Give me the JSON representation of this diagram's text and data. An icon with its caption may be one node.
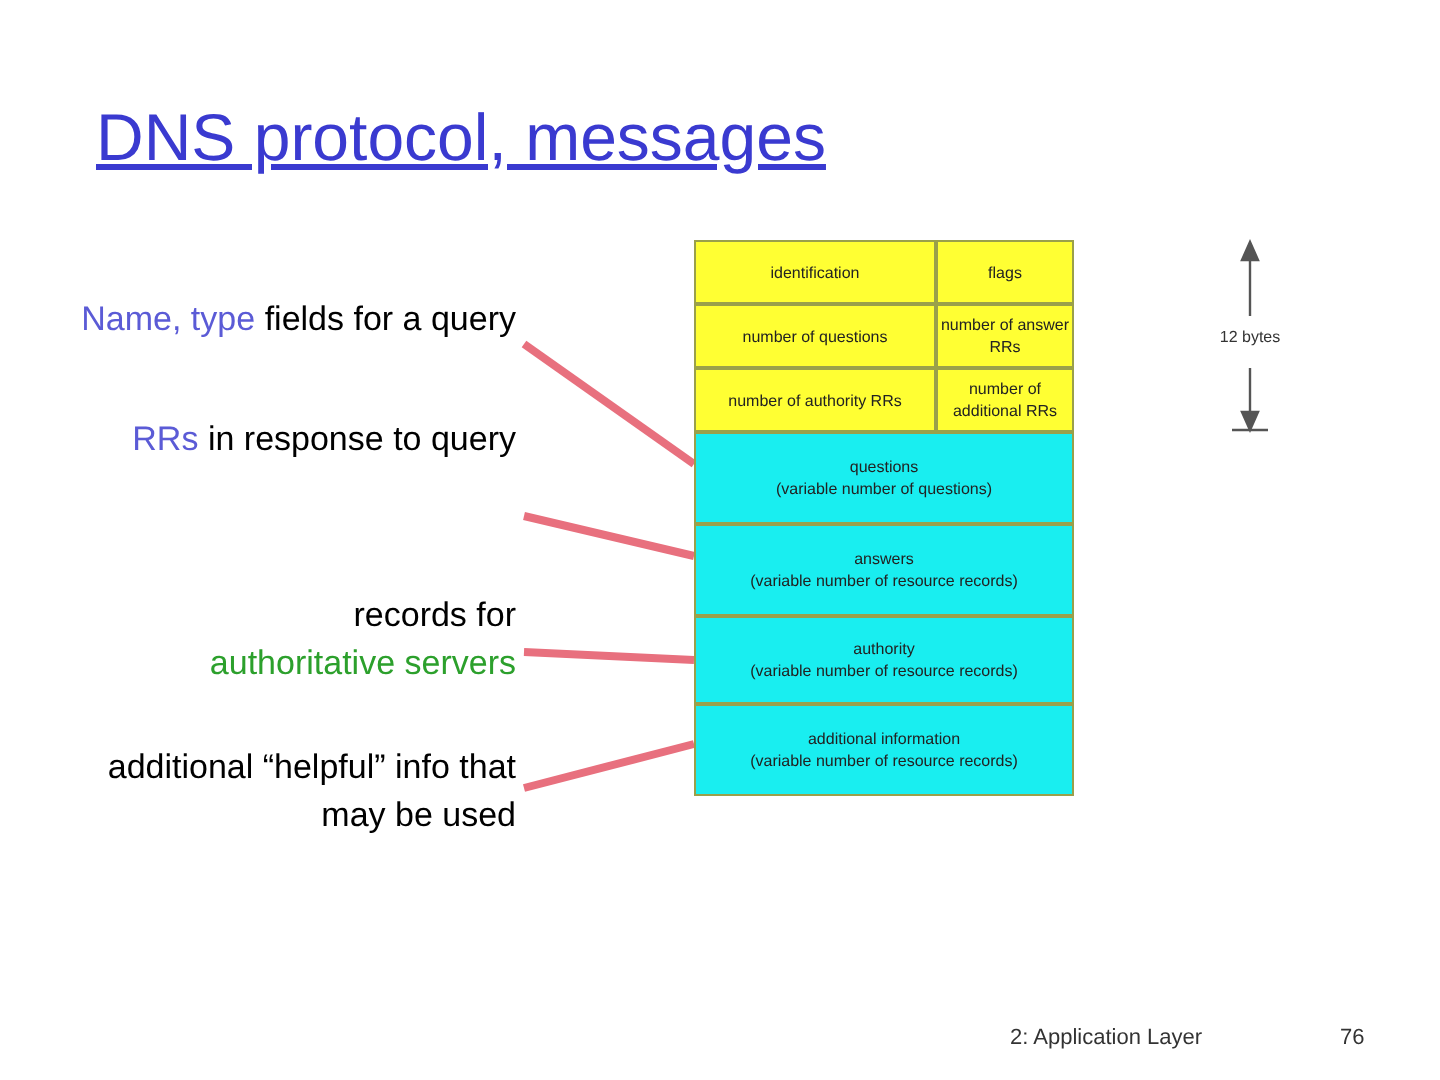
{
  "diagram": {
    "title": "DNS protocol, messages",
    "nodes": [
      {
        "text": [
          "Name, type",
          "fields for a query"
        ]
      },
      {
        "text": [
          "RRs",
          "in response to query"
        ]
      },
      {
        "text": [
          "records for",
          "authoritative servers"
        ]
      },
      {
        "text": [
          "additional “helpful” info that may be used"
        ]
      },
      {
        "text": [
          "identification"
        ]
      },
      {
        "text": [
          "flags"
        ]
      },
      {
        "text": [
          "number of questions"
        ]
      },
      {
        "text": [
          "number of answer RRs"
        ]
      },
      {
        "text": [
          "number of authority RRs"
        ]
      },
      {
        "text": [
          "number of additional RRs"
        ]
      },
      {
        "text": [
          "questions",
          "(variable number of questions)"
        ]
      },
      {
        "text": [
          "answers",
          "(variable number of resource records)"
        ]
      },
      {
        "text": [
          "authority",
          "(variable number of resource records)"
        ]
      },
      {
        "text": [
          "additional information",
          "(variable number of resource records)"
        ]
      }
    ],
    "edges": [
      {
        "from": 0,
        "to": 10,
        "arrow": "none",
        "color": "#e8707e"
      },
      {
        "from": 1,
        "to": 11,
        "arrow": "none",
        "color": "#e8707e"
      },
      {
        "from": 2,
        "to": 12,
        "arrow": "none",
        "color": "#e8707e"
      },
      {
        "from": 3,
        "to": 13,
        "arrow": "none",
        "color": "#e8707e"
      }
    ],
    "labels": [
      "12 bytes",
      "2: Application Layer",
      "76"
    ]
  }
}
